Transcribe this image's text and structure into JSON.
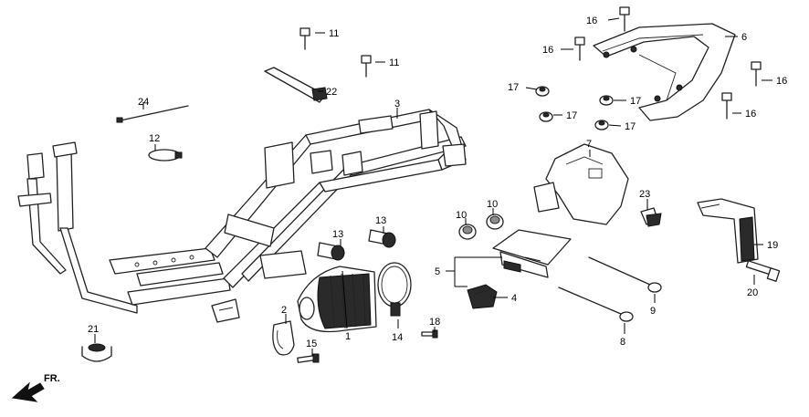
{
  "diagram": {
    "direction_label": "FR.",
    "callouts": {
      "p1": "1",
      "p2": "2",
      "p3": "3",
      "p4": "4",
      "p5": "5",
      "p6": "6",
      "p7": "7",
      "p8": "8",
      "p9": "9",
      "p10a": "10",
      "p10b": "10",
      "p11a": "11",
      "p11b": "11",
      "p12": "12",
      "p13a": "13",
      "p13b": "13",
      "p14": "14",
      "p15": "15",
      "p16a": "16",
      "p16b": "16",
      "p16c": "16",
      "p16d": "16",
      "p17a": "17",
      "p17b": "17",
      "p17c": "17",
      "p17d": "17",
      "p18": "18",
      "p19": "19",
      "p20": "20",
      "p21": "21",
      "p22": "22",
      "p23": "23",
      "p24": "24"
    }
  }
}
